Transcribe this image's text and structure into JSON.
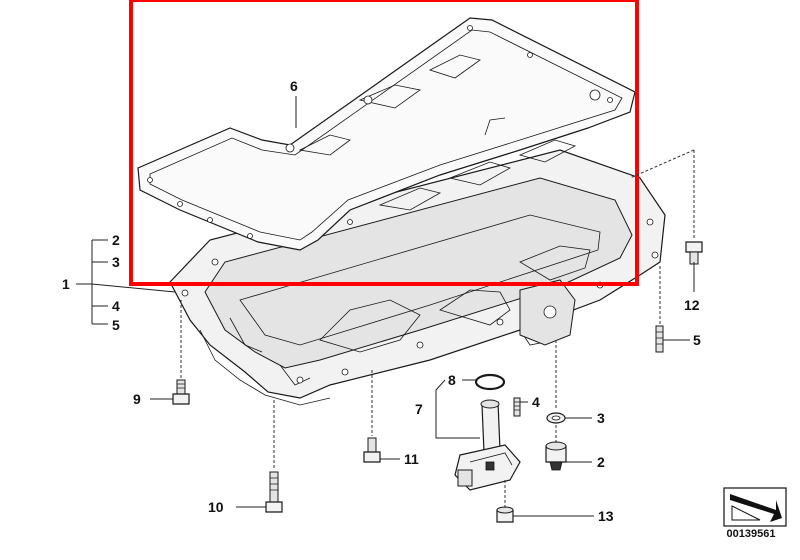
{
  "labels": {
    "p1": "1",
    "p2a": "2",
    "p3a": "3",
    "p4a": "4",
    "p5a": "5",
    "p6": "6",
    "p7": "7",
    "p8": "8",
    "p4b": "4",
    "p3b": "3",
    "p2b": "2",
    "p9": "9",
    "p10": "10",
    "p11": "11",
    "p12": "12",
    "p5b": "5",
    "p13": "13"
  },
  "document_number": "00139561",
  "colors": {
    "highlight": "#ff0000",
    "ink": "#1a1a1a"
  }
}
